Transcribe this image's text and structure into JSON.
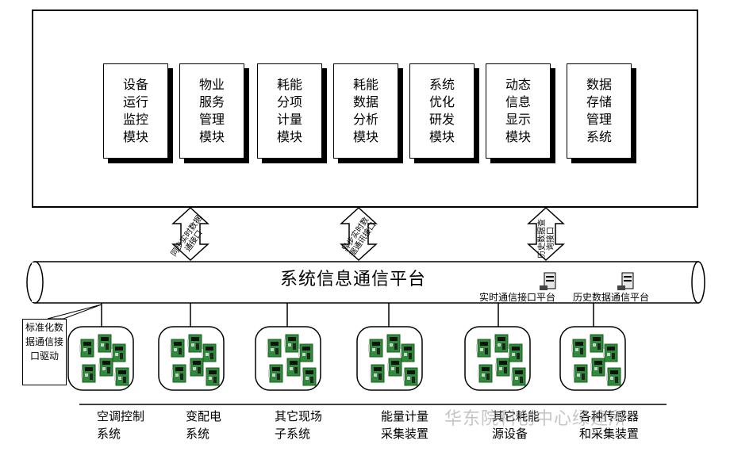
{
  "modules": [
    "设备运行监控模块",
    "物业服务管理模块",
    "耗能分项计量模块",
    "耗能数据分析模块",
    "系统优化研发模块",
    "动态信息显示模块",
    "数据存储管理系统"
  ],
  "interfaces": {
    "sync": "同步实时数据通接口",
    "async": "异步实时数据通讯接口",
    "history": "历史数据查询接口"
  },
  "platform": {
    "title": "系统信息通信平台",
    "realtime_interface": "实时通信接口平台",
    "history_platform": "历史数据通信平台"
  },
  "driver": "标准化数据通信接口驱动",
  "subsystems": [
    {
      "line1": "空调控制",
      "line2": "系统"
    },
    {
      "line1": "变配电",
      "line2": "系统"
    },
    {
      "line1": "其它现场",
      "line2": "子系统"
    },
    {
      "line1": "能量计量",
      "line2": "采集装置"
    },
    {
      "line1": "其它耗能",
      "line2": "源设备"
    },
    {
      "line1": "各种传感器",
      "line2": "和采集装置"
    }
  ],
  "watermark": "华东院科创中心绿建所"
}
